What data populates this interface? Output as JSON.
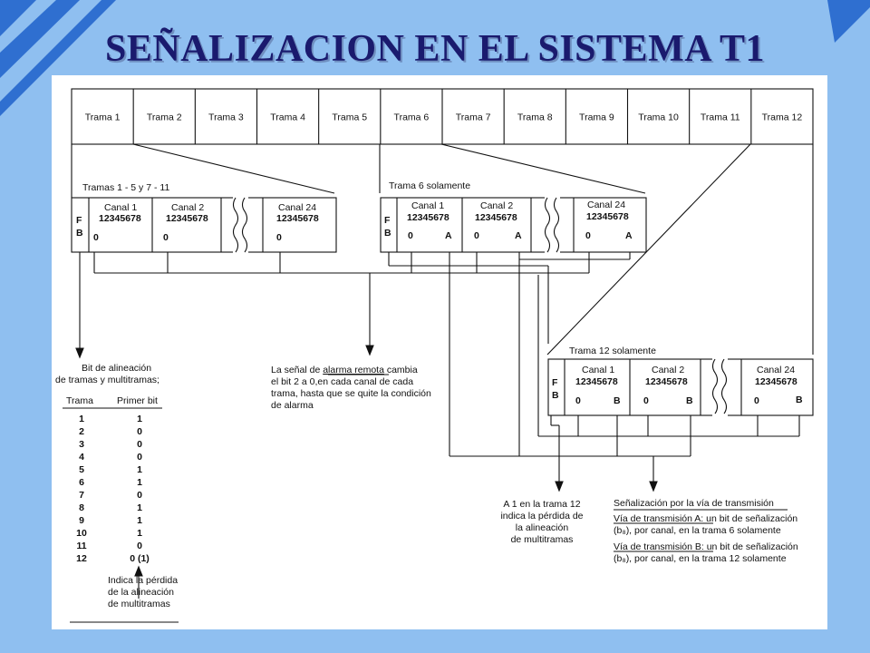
{
  "title": "SEÑALIZACION EN EL SISTEMA T1",
  "frames": [
    "Trama 1",
    "Trama 2",
    "Trama 3",
    "Trama 4",
    "Trama 5",
    "Trama 6",
    "Trama 7",
    "Trama 8",
    "Trama 9",
    "Trama 10",
    "Trama 11",
    "Trama 12"
  ],
  "groups": [
    {
      "label": "Tramas 1 - 5 y 7 - 11",
      "f": "F",
      "b": "B",
      "channels": [
        {
          "name": "Canal 1",
          "bits": "12345678",
          "marks": [
            "0"
          ]
        },
        {
          "name": "Canal 2",
          "bits": "12345678",
          "marks": [
            "0"
          ]
        },
        {
          "name": "Canal 24",
          "bits": "12345678",
          "marks": [
            "0"
          ]
        }
      ]
    },
    {
      "label": "Trama 6 solamente",
      "f": "F",
      "b": "B",
      "channels": [
        {
          "name": "Canal 1",
          "bits": "12345678",
          "marks": [
            "0",
            "A"
          ]
        },
        {
          "name": "Canal 2",
          "bits": "12345678",
          "marks": [
            "0",
            "A"
          ]
        },
        {
          "name": "Canal 24",
          "bits": "12345678",
          "marks": [
            "0",
            "A"
          ]
        }
      ]
    },
    {
      "label": "Trama 12 solamente",
      "f": "F",
      "b": "B",
      "channels": [
        {
          "name": "Canal 1",
          "bits": "12345678",
          "marks": [
            "0",
            "B"
          ]
        },
        {
          "name": "Canal 2",
          "bits": "12345678",
          "marks": [
            "0",
            "B"
          ]
        },
        {
          "name": "Canal 24",
          "bits": "12345678",
          "marks": [
            "0",
            "B"
          ]
        }
      ]
    }
  ],
  "alignment": {
    "title_lines": [
      "Bit de alineación",
      "de tramas y multitramas;"
    ],
    "headers": [
      "Trama",
      "Primer bit"
    ],
    "rows": [
      [
        "1",
        "1"
      ],
      [
        "2",
        "0"
      ],
      [
        "3",
        "0"
      ],
      [
        "4",
        "0"
      ],
      [
        "5",
        "1"
      ],
      [
        "6",
        "1"
      ],
      [
        "7",
        "0"
      ],
      [
        "8",
        "1"
      ],
      [
        "9",
        "1"
      ],
      [
        "10",
        "1"
      ],
      [
        "11",
        "0"
      ],
      [
        "12",
        "0 (1)"
      ]
    ],
    "note_lines": [
      "Indica la pérdida",
      "de la alineación",
      "de multitramas"
    ]
  },
  "remote_alarm": {
    "line1_prefix": "La señal de ",
    "line1_underlined": "alarma remota",
    "line1_suffix": " cambia",
    "lines": [
      "el bit 2 a 0,en cada canal de cada",
      "trama, hasta que se quite la condición",
      "de alarma"
    ]
  },
  "multiframe_loss": {
    "lines": [
      "A 1 en la trama 12",
      "indica la pérdida de",
      "la alineación",
      "de multitramas"
    ]
  },
  "signaling": {
    "title": "Señalización por la vía de transmisión",
    "path_a_label": "Vía de transmisión A:",
    "path_a_rest": " un bit de señalización",
    "path_a_line2": "(b₈), por canal, en la trama 6 solamente",
    "path_b_label": "Vía de transmisión B:",
    "path_b_rest": " un bit de señalización",
    "path_b_line2": "(b₈), por canal, en la trama 12 solamente"
  },
  "colors": {
    "background": "#8fbff0",
    "stripe": "#2f6fd0",
    "title": "#1a1a6e",
    "panel": "#ffffff",
    "ink": "#111111"
  }
}
